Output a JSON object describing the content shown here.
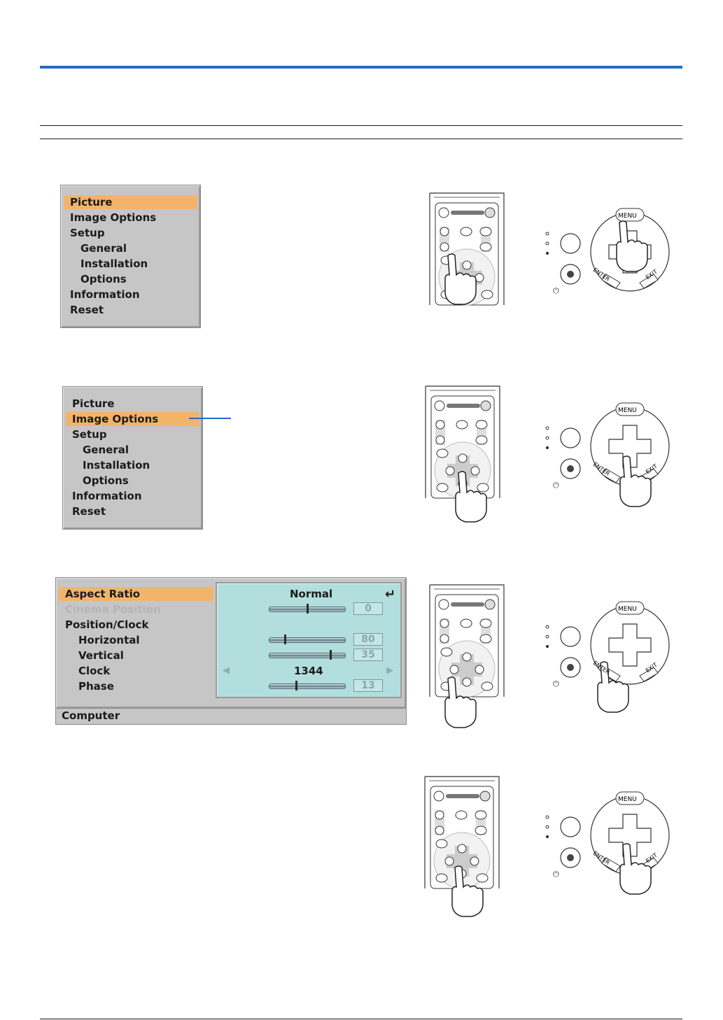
{
  "menu1": {
    "items": [
      {
        "label": "Picture",
        "level": 0,
        "selected": true
      },
      {
        "label": "Image Options",
        "level": 0,
        "selected": false
      },
      {
        "label": "Setup",
        "level": 0,
        "selected": false
      },
      {
        "label": "General",
        "level": 1,
        "selected": false
      },
      {
        "label": "Installation",
        "level": 1,
        "selected": false
      },
      {
        "label": "Options",
        "level": 1,
        "selected": false
      },
      {
        "label": "Information",
        "level": 0,
        "selected": false
      },
      {
        "label": "Reset",
        "level": 0,
        "selected": false
      }
    ]
  },
  "menu2": {
    "items": [
      {
        "label": "Picture",
        "level": 0,
        "selected": false
      },
      {
        "label": "Image Options",
        "level": 0,
        "selected": true
      },
      {
        "label": "Setup",
        "level": 0,
        "selected": false
      },
      {
        "label": "General",
        "level": 1,
        "selected": false
      },
      {
        "label": "Installation",
        "level": 1,
        "selected": false
      },
      {
        "label": "Options",
        "level": 1,
        "selected": false
      },
      {
        "label": "Information",
        "level": 0,
        "selected": false
      },
      {
        "label": "Reset",
        "level": 0,
        "selected": false
      }
    ]
  },
  "image_options": {
    "items": [
      {
        "label": "Aspect Ratio",
        "selected": true,
        "disabled": false
      },
      {
        "label": "Cinema Position",
        "selected": false,
        "disabled": true
      },
      {
        "label": "Position/Clock",
        "selected": false,
        "disabled": false
      },
      {
        "label": "Horizontal",
        "selected": false,
        "disabled": false
      },
      {
        "label": "Vertical",
        "selected": false,
        "disabled": false
      },
      {
        "label": "Clock",
        "selected": false,
        "disabled": false
      },
      {
        "label": "Phase",
        "selected": false,
        "disabled": false
      }
    ],
    "aspect_value": "Normal",
    "enter_symbol": "↵",
    "cinema_value": "0",
    "cinema_level": 0.5,
    "horizontal_value": "80",
    "horizontal_level": 0.2,
    "vertical_value": "35",
    "vertical_level": 0.82,
    "clock_value": "1344",
    "phase_value": "13",
    "phase_level": 0.35,
    "status": "Computer"
  },
  "remote_labels": {
    "menu": "MENU",
    "enter": "ENTER",
    "exit": "EXIT"
  },
  "colors": {
    "accent_blue": "#1f6fc4",
    "highlight": "#f2b46b",
    "menu_gray": "#c6c6c6",
    "pane_cyan": "#b2dede"
  }
}
